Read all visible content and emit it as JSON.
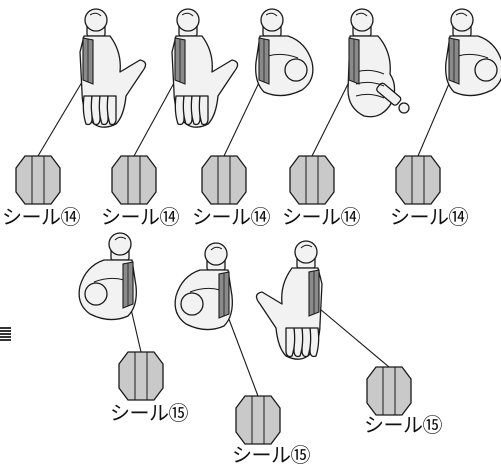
{
  "figure": {
    "labels": [
      "シール⑭",
      "シール⑭",
      "シール⑭",
      "シール⑭",
      "シール⑭",
      "シール⑮",
      "シール⑮",
      "シール⑮"
    ],
    "colors": {
      "line": "#1a1a1a",
      "skin": "#f2f2f2",
      "sticker": "#c9c9c9",
      "sticker_dark": "#8a8a8a",
      "background": "#ffffff"
    },
    "hand_poses": [
      "open-hand",
      "open-hand",
      "fist",
      "weapon-grip",
      "fist",
      "fist",
      "fist",
      "open-hand"
    ]
  }
}
